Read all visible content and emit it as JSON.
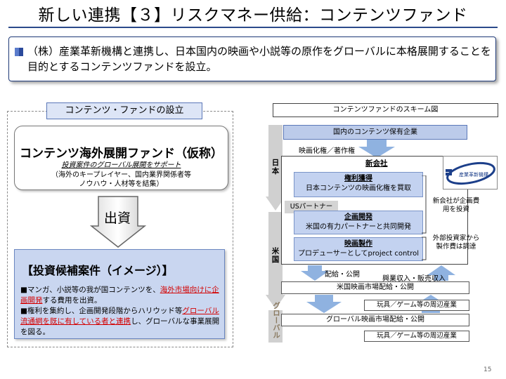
{
  "title": "新しい連携【３】リスクマネー供給：コンテンツファンド",
  "intro": {
    "text": "（株）産業革新機構と連携し、日本国内の映画や小説等の原作をグローバルに本格展開することを目的とするコンテンツファンドを設立。"
  },
  "left": {
    "header": "コンテンツ・ファンドの設立",
    "fund": {
      "title": "コンテンツ海外展開ファンド（仮称）",
      "sub1": "投資案件のグローバル展開をサポート",
      "sub2": "（海外のキープレイヤー、国内業界関係者等",
      "sub3": "ノウハウ・人材等を結集）"
    },
    "arrow_label": "出資",
    "candidates": {
      "title": "【投資候補案件（イメージ）】",
      "item1_pre": "■マンガ、小説等の我が国コンテンツを、",
      "item1_red": "海外市場向けに企画開発",
      "item1_post": "する費用を出資。",
      "item2_pre": "■権利を集約し、企画開発段階からハリウッド等",
      "item2_red": "グローバル流通網を既に有している者と連携",
      "item2_post": "し、グローバルな事業展開を図る。"
    }
  },
  "scheme": {
    "title": "コンテンツファンドのスキーム図",
    "side_japan": "日本",
    "side_us": "米国",
    "side_global": "グローバル",
    "domestic_company": "国内のコンテンツ保有企業",
    "rights_label": "映画化権／著作権",
    "new_company": "新会社",
    "acquire_title": "権利獲得",
    "acquire_body": "日本コンテンツの映画化権を買取",
    "us_partner": "USパートナー",
    "planning_title": "企画開発",
    "planning_body": "米国の有力パートナーと共同開発",
    "production_title": "映画製作",
    "production_body": "プロデューサーとしてproject control",
    "logo_text": "産業革新機構",
    "note_upper": "新会社が企画費用を投資",
    "note_lower": "外部投資家から製作費は調達",
    "flow_distribution": "配給・公開",
    "flow_revenue": "興業収入・販売収入",
    "us_market": "米国映画市場配給・公開",
    "merch1": "玩具／ゲーム等の周辺産業",
    "global_market": "グローバル映画市場配給・公開",
    "merch2": "玩具／ゲーム等の周辺産業"
  },
  "page_number": "15",
  "colors": {
    "accent": "#2b4a8b",
    "light_blue": "#c3d2f0",
    "arrow_blue": "#8fb2e0",
    "red": "#d40000"
  }
}
